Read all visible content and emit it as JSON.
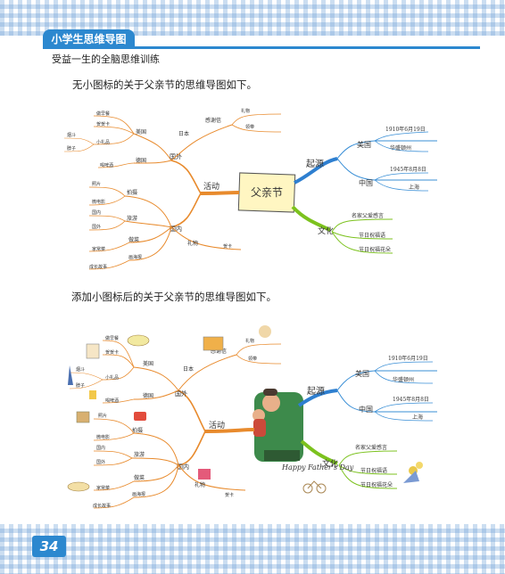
{
  "header": {
    "series_title": "小学生思维导图",
    "subtitle": "受益一生的全脑思维训练"
  },
  "captions": {
    "first": "无小图标的关于父亲节的思维导图如下。",
    "second": "添加小图标后的关于父亲节的思维导图如下。"
  },
  "page_number": "34",
  "mindmap": {
    "center": "父亲节",
    "origin": {
      "label": "起源",
      "usa": "美国",
      "usa_date": "1910年6月19日",
      "usa_place": "华盛顿州",
      "china": "中国",
      "china_date": "1945年8月8日",
      "china_place": "上海"
    },
    "culture": {
      "label": "文化",
      "quotes": "名家父爱感言",
      "greetings": "节日祝福语",
      "flower": "节日祝福花朵"
    },
    "activity": {
      "label": "活动",
      "abroad": "国外",
      "domestic": "国内",
      "japan": "日本",
      "thanks_letter": "感谢信",
      "usa": "美国",
      "germany": "德国",
      "gift": "礼物",
      "tie": "领带",
      "neck": "脖子",
      "beer": "喝啤酒",
      "breakfast": "做早餐",
      "card": "贺贺卡",
      "pipe": "烟斗",
      "small_gift": "小礼品",
      "photo": "拍摄",
      "shoot": "拍摄",
      "photo_item": "照片",
      "micro_film": "微电影",
      "travel": "旅游",
      "home": "国内",
      "overseas": "国外",
      "cooking": "做菜",
      "home_dish": "家常菜",
      "pictures": "画海报",
      "story": "成长故事",
      "gifts": "礼物",
      "greeting_card": "贺卡"
    },
    "pictured_text": "Happy Father's Day"
  },
  "colors": {
    "brand": "#2c88cf",
    "origin_branch": "#2e7fd0",
    "culture_branch": "#7cc21e",
    "activity_branch": "#e88a2c",
    "center_note": "#fff6c2"
  }
}
